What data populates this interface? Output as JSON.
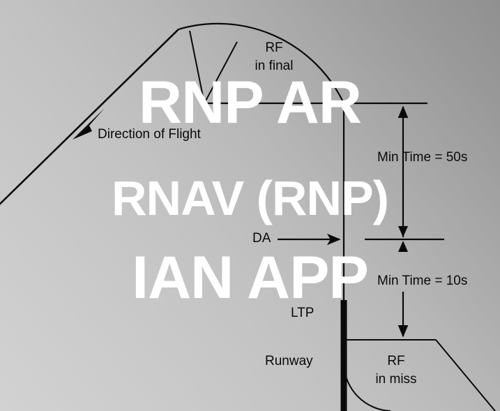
{
  "diagram": {
    "title": "RNP AR / RNAV (RNP) approach geometry",
    "background": {
      "type": "diagonal-gray-gradient",
      "light_corner": "#d2d2d2",
      "dark_corner": "#909090"
    },
    "ink_color": "#0a0a0a",
    "watermark_color": "#ffffff",
    "labels": {
      "rf_in_final": "RF\nin final",
      "rf_in_final_line1": "RF",
      "rf_in_final_line2": "in final",
      "direction_of_flight": "Direction of Flight",
      "min_time_50s": "Min Time = 50s",
      "min_time_10s": "Min Time = 10s",
      "da": "DA",
      "ltp": "LTP",
      "runway": "Runway",
      "rf_in_miss_line1": "RF",
      "rf_in_miss_line2": "in miss"
    },
    "values": {
      "min_time_final_seconds": "50s",
      "min_time_miss_seconds": "10s",
      "decision_altitude_abbr": "DA",
      "landing_threshold_point_abbr": "LTP"
    }
  },
  "watermark": {
    "line1": "RNP AR",
    "line2": "RNAV (RNP)",
    "line3": "IAN APP"
  }
}
